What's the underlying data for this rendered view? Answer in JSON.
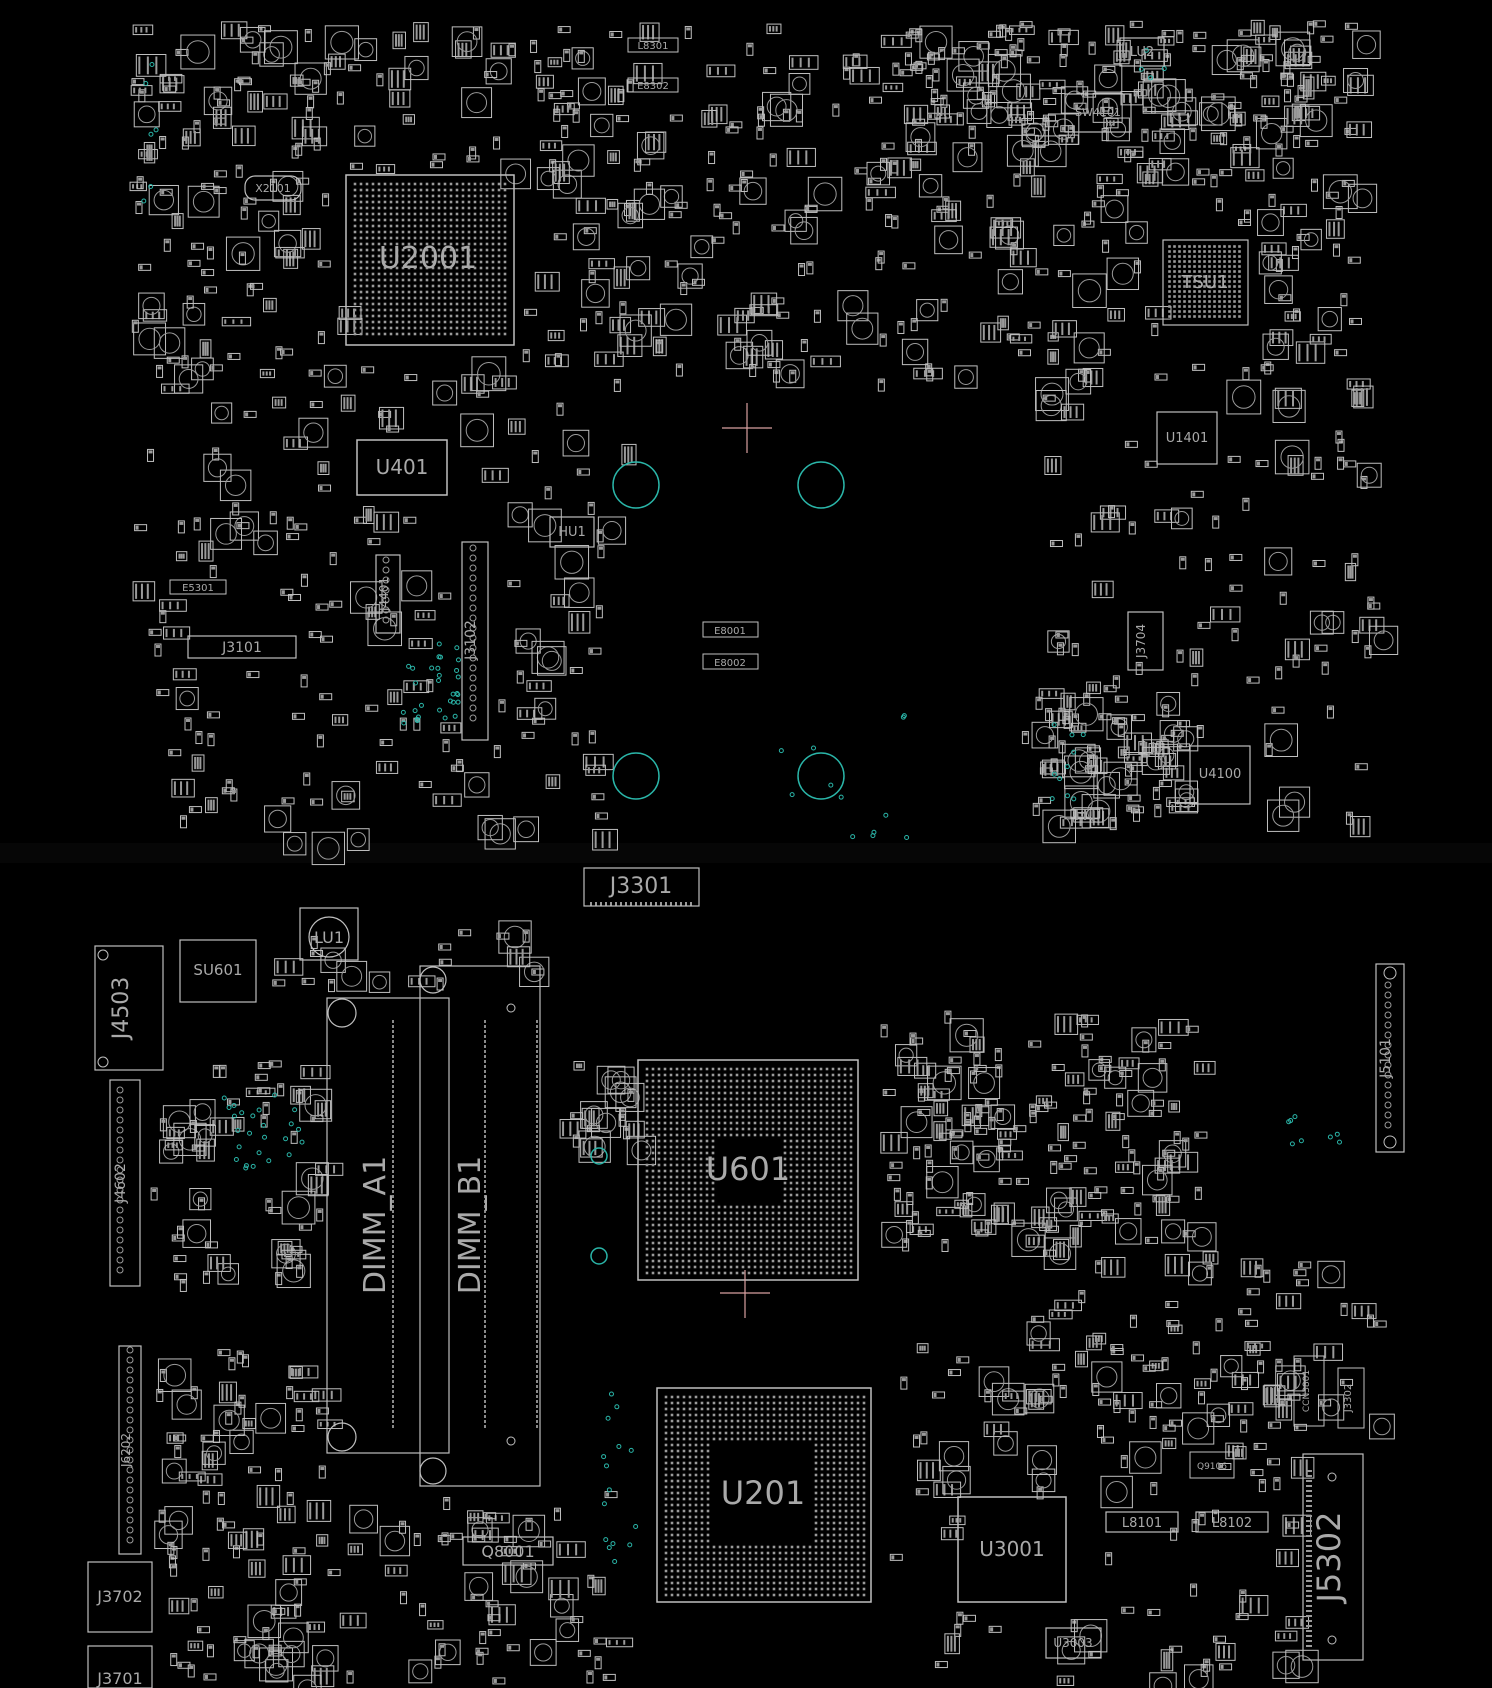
{
  "colors": {
    "background": "#000000",
    "outline": "#bfbfbf",
    "pad": "#9a9a9a",
    "via": "#2ab5a8",
    "crosshair": "#d8a0a0",
    "label": "#a9a9a9"
  },
  "top_panel": {
    "chips": {
      "u2001": "U2001",
      "u401": "U401",
      "tsu1": "TSU1",
      "u1401": "U1401",
      "u4100": "U4100",
      "hu1": "HU1",
      "lu2": "LU2",
      "sw4101": "SW4101",
      "x2101": "X2101"
    },
    "connectors": {
      "j3101": "J3101",
      "j3102": "J3102",
      "j4401": "J4401",
      "j3704": "J3704",
      "e8001": "E8001",
      "e8002": "E8002",
      "e5301": "E5301",
      "l8301": "L8301",
      "e8302": "E8302"
    }
  },
  "bottom_panel": {
    "chips": {
      "u601": "U601",
      "u201": "U201",
      "u3001": "U3001",
      "u3003": "U3003",
      "su601": "SU601",
      "lu1": "LU1"
    },
    "connectors": {
      "j3301": "J3301",
      "j4503": "J4503",
      "j5101": "J5101",
      "j5302": "J5302",
      "j3702": "J3702",
      "j3701": "J3701",
      "j4602": "J4602",
      "j6202": "J6202",
      "j3302": "J3302",
      "ccn3801": "CCN3801"
    },
    "slots": {
      "dimm_a1": "DIMM_A1",
      "dimm_b1": "DIMM_B1"
    },
    "parts": {
      "l8101": "L8101",
      "l8102": "L8102",
      "q8001": "Q8001",
      "q9106": "Q9106"
    }
  }
}
